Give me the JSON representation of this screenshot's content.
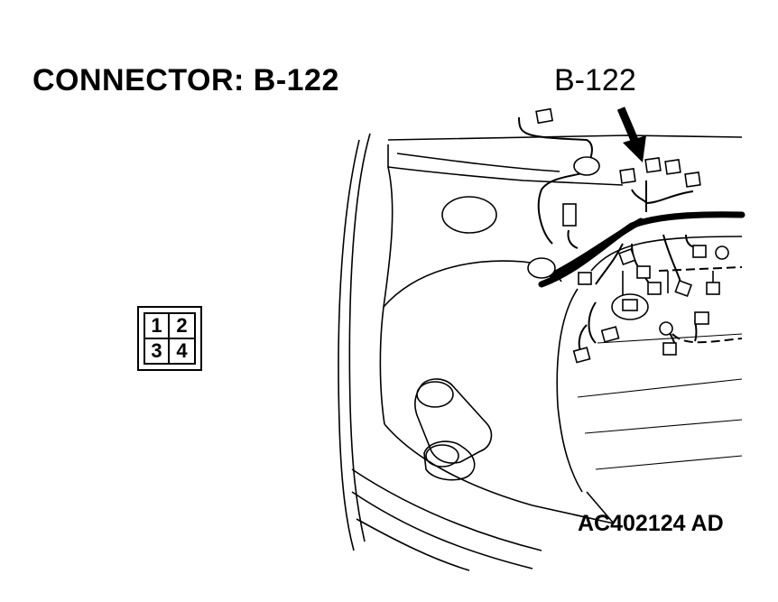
{
  "header": {
    "title": "CONNECTOR: B-122"
  },
  "callout": {
    "label": "B-122"
  },
  "connector_face": {
    "pins": [
      "1",
      "2",
      "3",
      "4"
    ]
  },
  "footer": {
    "figure_code": "AC402124 AD"
  }
}
